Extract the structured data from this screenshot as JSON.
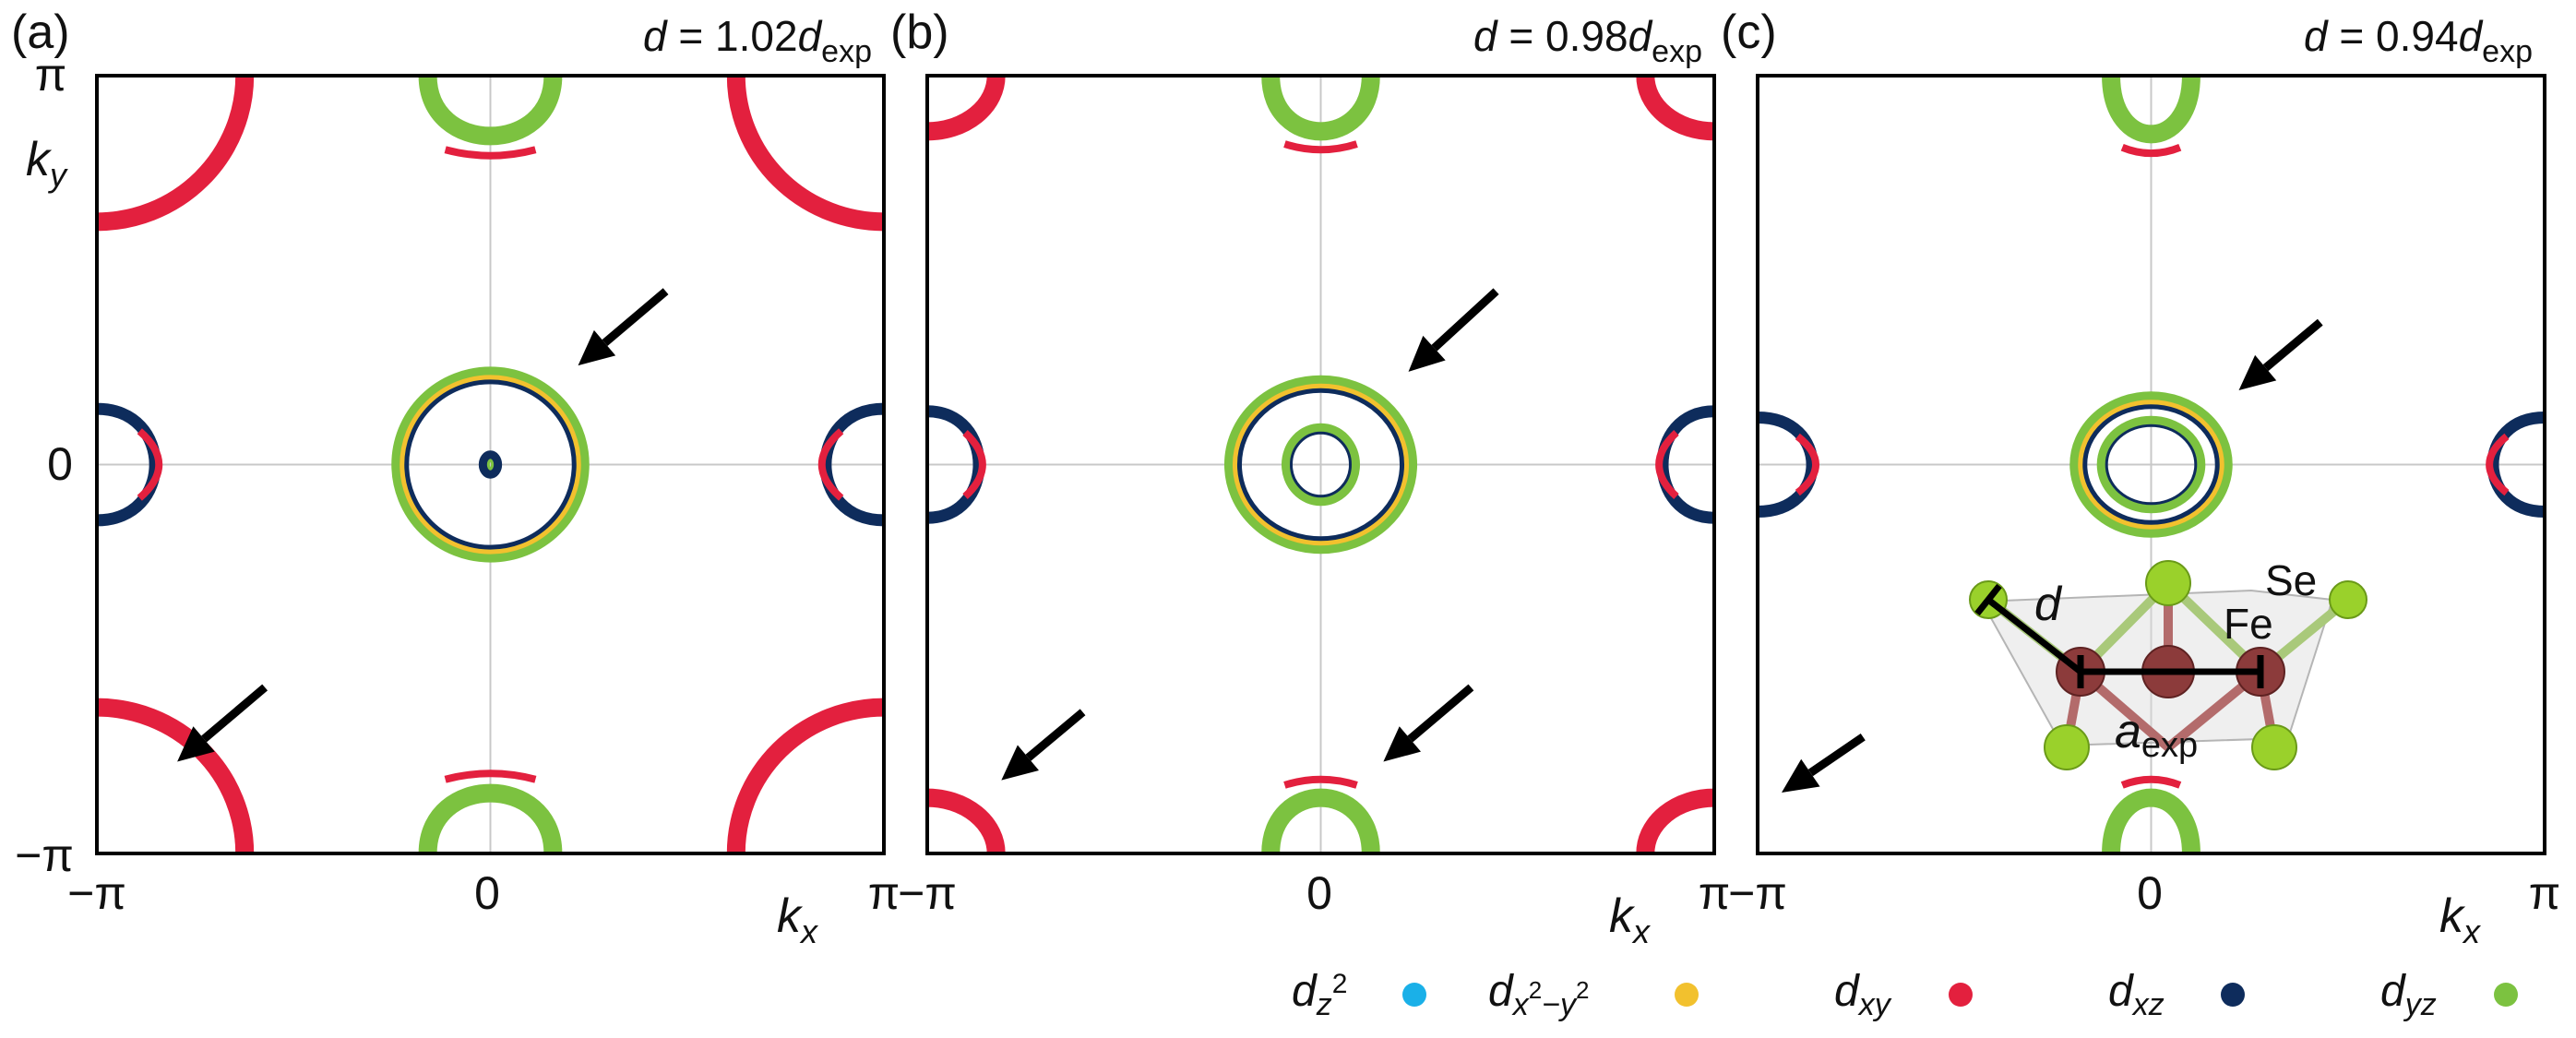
{
  "chart_data": [
    {
      "type": "scatter",
      "panel": "(a)",
      "annotation": {
        "prefix": "d",
        "value": "= 1.02",
        "var": "d",
        "sub": "exp"
      },
      "x_ticks": [
        "−π",
        "0",
        "π"
      ],
      "y_ticks": [
        "−π",
        "0",
        "π"
      ],
      "xlabel": {
        "main": "k",
        "sub": "x"
      },
      "ylabel": {
        "main": "k",
        "sub": "y"
      },
      "xlim": [
        -3.1416,
        3.1416
      ],
      "ylim": [
        -3.1416,
        3.1416
      ],
      "grid": "lines through origin",
      "arrows": [
        {
          "from": [
            1.4,
            1.4
          ],
          "to": [
            0.7,
            0.8
          ]
        },
        {
          "from": [
            -1.8,
            -1.8
          ],
          "to": [
            -2.5,
            -2.4
          ]
        }
      ],
      "pockets": [
        {
          "shape": "corner_arc",
          "center": [
            -3.1416,
            3.1416
          ],
          "rx": 1.18,
          "ry": 1.18,
          "start_deg": 0,
          "end_deg": -90,
          "orbital": "dxy"
        },
        {
          "shape": "corner_arc",
          "center": [
            3.1416,
            3.1416
          ],
          "rx": 1.18,
          "ry": 1.18,
          "start_deg": 180,
          "end_deg": 270,
          "orbital": "dxy"
        },
        {
          "shape": "corner_arc",
          "center": [
            -3.1416,
            -3.1416
          ],
          "rx": 1.18,
          "ry": 1.18,
          "start_deg": 90,
          "end_deg": 0,
          "orbital": "dxy"
        },
        {
          "shape": "corner_arc",
          "center": [
            3.1416,
            -3.1416
          ],
          "rx": 1.18,
          "ry": 1.18,
          "start_deg": 90,
          "end_deg": 180,
          "orbital": "dxy"
        },
        {
          "shape": "u_pocket",
          "edge": "top",
          "center": [
            0,
            3.1416
          ],
          "half_width": 0.5,
          "depth": 0.65,
          "orbitals": [
            "dyz",
            "dxy"
          ]
        },
        {
          "shape": "u_pocket",
          "edge": "bottom",
          "center": [
            0,
            -3.1416
          ],
          "half_width": 0.5,
          "depth": 0.65,
          "orbitals": [
            "dyz",
            "dxy"
          ]
        },
        {
          "shape": "side_pocket",
          "edge": "left",
          "center": [
            -3.1416,
            0
          ],
          "half_height": 0.45,
          "depth": 0.62,
          "orbitals": [
            "dxz",
            "dxy"
          ]
        },
        {
          "shape": "side_pocket",
          "edge": "right",
          "center": [
            3.1416,
            0
          ],
          "half_height": 0.45,
          "depth": 0.62,
          "orbitals": [
            "dxz",
            "dxy"
          ]
        },
        {
          "shape": "ring",
          "center": [
            0,
            0
          ],
          "rx": 0.72,
          "ry": 0.72,
          "orbitals": [
            "dxz",
            "dx2-y2",
            "dyz"
          ]
        },
        {
          "shape": "ring",
          "center": [
            0,
            0
          ],
          "rx": 0.06,
          "ry": 0.08,
          "orbitals": [
            "dyz",
            "dxz"
          ]
        }
      ]
    },
    {
      "type": "scatter",
      "panel": "(b)",
      "annotation": {
        "prefix": "d",
        "value": "= 0.98",
        "var": "d",
        "sub": "exp"
      },
      "x_ticks": [
        "−π",
        "0",
        "π"
      ],
      "y_ticks": [],
      "xlabel": {
        "main": "k",
        "sub": "x"
      },
      "xlim": [
        -3.1416,
        3.1416
      ],
      "ylim": [
        -3.1416,
        3.1416
      ],
      "grid": "lines through origin",
      "arrows": [
        {
          "from": [
            1.4,
            1.4
          ],
          "to": [
            0.7,
            0.75
          ]
        },
        {
          "from": [
            -1.9,
            -2.0
          ],
          "to": [
            -2.55,
            -2.55
          ]
        },
        {
          "from": [
            1.2,
            -1.8
          ],
          "to": [
            0.5,
            -2.4
          ]
        }
      ],
      "pockets": [
        {
          "shape": "corner_arc",
          "center": [
            -3.1416,
            3.1416
          ],
          "rx": 0.55,
          "ry": 0.45,
          "start_deg": 0,
          "end_deg": -90,
          "orbital": "dxy"
        },
        {
          "shape": "corner_arc",
          "center": [
            3.1416,
            3.1416
          ],
          "rx": 0.55,
          "ry": 0.45,
          "start_deg": 180,
          "end_deg": 270,
          "orbital": "dxy"
        },
        {
          "shape": "corner_arc",
          "center": [
            -3.1416,
            -3.1416
          ],
          "rx": 0.55,
          "ry": 0.45,
          "start_deg": 90,
          "end_deg": 0,
          "orbital": "dxy"
        },
        {
          "shape": "corner_arc",
          "center": [
            3.1416,
            -3.1416
          ],
          "rx": 0.55,
          "ry": 0.45,
          "start_deg": 90,
          "end_deg": 180,
          "orbital": "dxy"
        },
        {
          "shape": "u_pocket",
          "edge": "top",
          "center": [
            0,
            3.1416
          ],
          "half_width": 0.4,
          "depth": 0.6,
          "orbitals": [
            "dyz",
            "dxy"
          ]
        },
        {
          "shape": "u_pocket",
          "edge": "bottom",
          "center": [
            0,
            -3.1416
          ],
          "half_width": 0.4,
          "depth": 0.6,
          "orbitals": [
            "dyz",
            "dxy"
          ]
        },
        {
          "shape": "side_pocket",
          "edge": "left",
          "center": [
            -3.1416,
            0
          ],
          "half_height": 0.43,
          "depth": 0.55,
          "orbitals": [
            "dxz",
            "dxy"
          ]
        },
        {
          "shape": "side_pocket",
          "edge": "right",
          "center": [
            3.1416,
            0
          ],
          "half_height": 0.43,
          "depth": 0.55,
          "orbitals": [
            "dxz",
            "dxy"
          ]
        },
        {
          "shape": "ring",
          "center": [
            0,
            0
          ],
          "rx": 0.7,
          "ry": 0.65,
          "orbitals": [
            "dxz",
            "dx2-y2",
            "dyz"
          ]
        },
        {
          "shape": "ring",
          "center": [
            0,
            0
          ],
          "rx": 0.28,
          "ry": 0.3,
          "orbitals": [
            "dxz",
            "dyz"
          ]
        }
      ]
    },
    {
      "type": "scatter",
      "panel": "(c)",
      "annotation": {
        "prefix": "d",
        "value": "= 0.94",
        "var": "d",
        "sub": "exp"
      },
      "x_ticks": [
        "−π",
        "0",
        "π"
      ],
      "y_ticks": [],
      "xlabel": {
        "main": "k",
        "sub": "x"
      },
      "xlim": [
        -3.1416,
        3.1416
      ],
      "ylim": [
        -3.1416,
        3.1416
      ],
      "grid": "lines through origin",
      "arrows": [
        {
          "from": [
            1.35,
            1.15
          ],
          "to": [
            0.7,
            0.6
          ]
        },
        {
          "from": [
            -2.3,
            -2.2
          ],
          "to": [
            -2.95,
            -2.65
          ]
        }
      ],
      "pockets": [
        {
          "shape": "u_pocket",
          "edge": "top",
          "center": [
            0,
            3.1416
          ],
          "half_width": 0.32,
          "depth": 0.63,
          "orbitals": [
            "dyz",
            "dxy"
          ]
        },
        {
          "shape": "u_pocket",
          "edge": "bottom",
          "center": [
            0,
            -3.1416
          ],
          "half_width": 0.32,
          "depth": 0.6,
          "orbitals": [
            "dyz",
            "dxy"
          ]
        },
        {
          "shape": "side_pocket",
          "edge": "left",
          "center": [
            -3.1416,
            0
          ],
          "half_height": 0.38,
          "depth": 0.58,
          "orbitals": [
            "dxz",
            "dxy"
          ]
        },
        {
          "shape": "side_pocket",
          "edge": "right",
          "center": [
            3.1416,
            0
          ],
          "half_height": 0.38,
          "depth": 0.55,
          "orbitals": [
            "dxz",
            "dxy"
          ]
        },
        {
          "shape": "ring",
          "center": [
            0,
            0
          ],
          "rx": 0.58,
          "ry": 0.52,
          "orbitals": [
            "dxz",
            "dx2-y2",
            "dyz"
          ]
        },
        {
          "shape": "ring",
          "center": [
            0,
            0
          ],
          "rx": 0.4,
          "ry": 0.36,
          "orbitals": [
            "dxz",
            "dyz"
          ]
        }
      ],
      "inset": {
        "labels": {
          "d": "d",
          "se": "Se",
          "fe": "Fe",
          "a_main": "a",
          "a_sub": "exp"
        }
      }
    }
  ],
  "legend": {
    "placement": "bottom-right",
    "items": [
      {
        "key": "dz2",
        "main": "d",
        "sub": "z",
        "sup": "2",
        "color": "#1ab0e8"
      },
      {
        "key": "dx2-y2",
        "main": "d",
        "sub_parts": [
          "x",
          "2",
          "−y",
          "2"
        ],
        "color": "#f2c12e"
      },
      {
        "key": "dxy",
        "main": "d",
        "sub": "xy",
        "color": "#e3203e"
      },
      {
        "key": "dxz",
        "main": "d",
        "sub": "xz",
        "color": "#0e2c5c"
      },
      {
        "key": "dyz",
        "main": "d",
        "sub": "yz",
        "color": "#7cc240"
      }
    ]
  },
  "colors": {
    "dz2": "#1ab0e8",
    "dx2-y2": "#f2c12e",
    "dxy": "#e3203e",
    "dxz": "#0e2c5c",
    "dyz": "#7cc240",
    "fe_atom": "#8c3b3b",
    "se_atom": "#9ad12b"
  }
}
